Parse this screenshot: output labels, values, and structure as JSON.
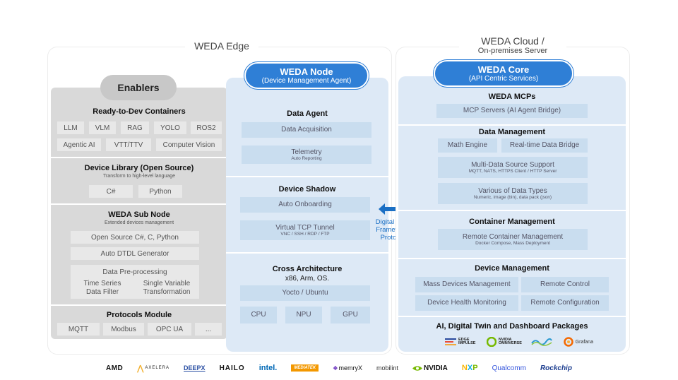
{
  "edge": {
    "title": "WEDA Edge",
    "enablers": {
      "label": "Enablers",
      "ready_title": "Ready-to-Dev Containers",
      "ready_items": [
        "LLM",
        "VLM",
        "RAG",
        "YOLO",
        "ROS2",
        "Agentic AI",
        "VTT/TTV",
        "Computer Vision"
      ],
      "devlib_title": "Device Library  (Open Source)",
      "devlib_sub": "Transform to high-level language",
      "devlib_items": [
        "C#",
        "Python"
      ],
      "subnode_title": "WEDA Sub Node",
      "subnode_sub": "Extended devices management",
      "subnode_items": [
        "Open Source C#, C, Python",
        "Auto DTDL Generator"
      ],
      "preproc_title": "Data Pre-processing",
      "preproc_items": [
        "Time Series\nData Filter",
        "Single Variable\nTransformation"
      ],
      "protocols_title": "Protocols Module",
      "protocols_items": [
        "MQTT",
        "Modbus",
        "OPC UA",
        "..."
      ]
    },
    "node": {
      "title": "WEDA Node",
      "subtitle": "(Device Management Agent)",
      "data_agent_title": "Data Agent",
      "data_acquisition": "Data Acquisition",
      "telemetry": "Telemetry",
      "telemetry_sub": "Auto Reporting",
      "shadow_title": "Device Shadow",
      "auto_onboarding": "Auto Onboarding",
      "vtcp": "Virtual TCP Tunnel",
      "vtcp_sub": "VNC / SSH / RDP / FTP",
      "cross_title": "Cross Architecture",
      "cross_sub": "x86, Arm, OS.",
      "yocto": "Yocto / Ubuntu",
      "hw": [
        "CPU",
        "NPU",
        "GPU"
      ]
    }
  },
  "link": {
    "label": "Digital Twin\nFramework\nProtocol",
    "color": "#1a6fc4"
  },
  "cloud": {
    "title": "WEDA Cloud /",
    "subtitle": "On-premises Server",
    "core_title": "WEDA Core",
    "core_sub": "(API Centric Services)",
    "mcps_title": "WEDA MCPs",
    "mcp_servers": "MCP Servers  (AI Agent Bridge)",
    "dm_title": "Data Management",
    "math_engine": "Math Engine",
    "realtime_bridge": "Real-time Data Bridge",
    "multi_source": "Multi-Data Source Support",
    "multi_source_sub": "MQTT, NATS, HTTPS Client / HTTP Server",
    "data_types": "Various of Data Types",
    "data_types_sub": "Numeric, image (bin), data pack (json)",
    "cm_title": "Container Management",
    "rcm": "Remote Container Management",
    "rcm_sub": "Docker Compose, Mass Deployment",
    "devm_title": "Device Management",
    "devm_items": [
      "Mass Devices Management",
      "Remote Control",
      "Device Health Monitoring",
      "Remote Configuration"
    ],
    "packages_title": "AI, Digital Twin and Dashboard Packages",
    "package_logos": [
      "EDGE IMPULSE",
      "NVIDIA OMNIVERSE",
      "Grafana"
    ]
  },
  "partners": [
    "AMD",
    "AXELERA",
    "DEEPX",
    "HAILO",
    "intel.",
    "MEDIATEK",
    "memryX",
    "mobilint",
    "NVIDIA",
    "NXP",
    "Qualcomm",
    "Rockchip"
  ],
  "colors": {
    "accent_blue": "#2f7fd6",
    "light_blue_panel": "#dde9f6",
    "chip_blue": "#c9ddef",
    "gray_panel": "#d9d9d9"
  }
}
